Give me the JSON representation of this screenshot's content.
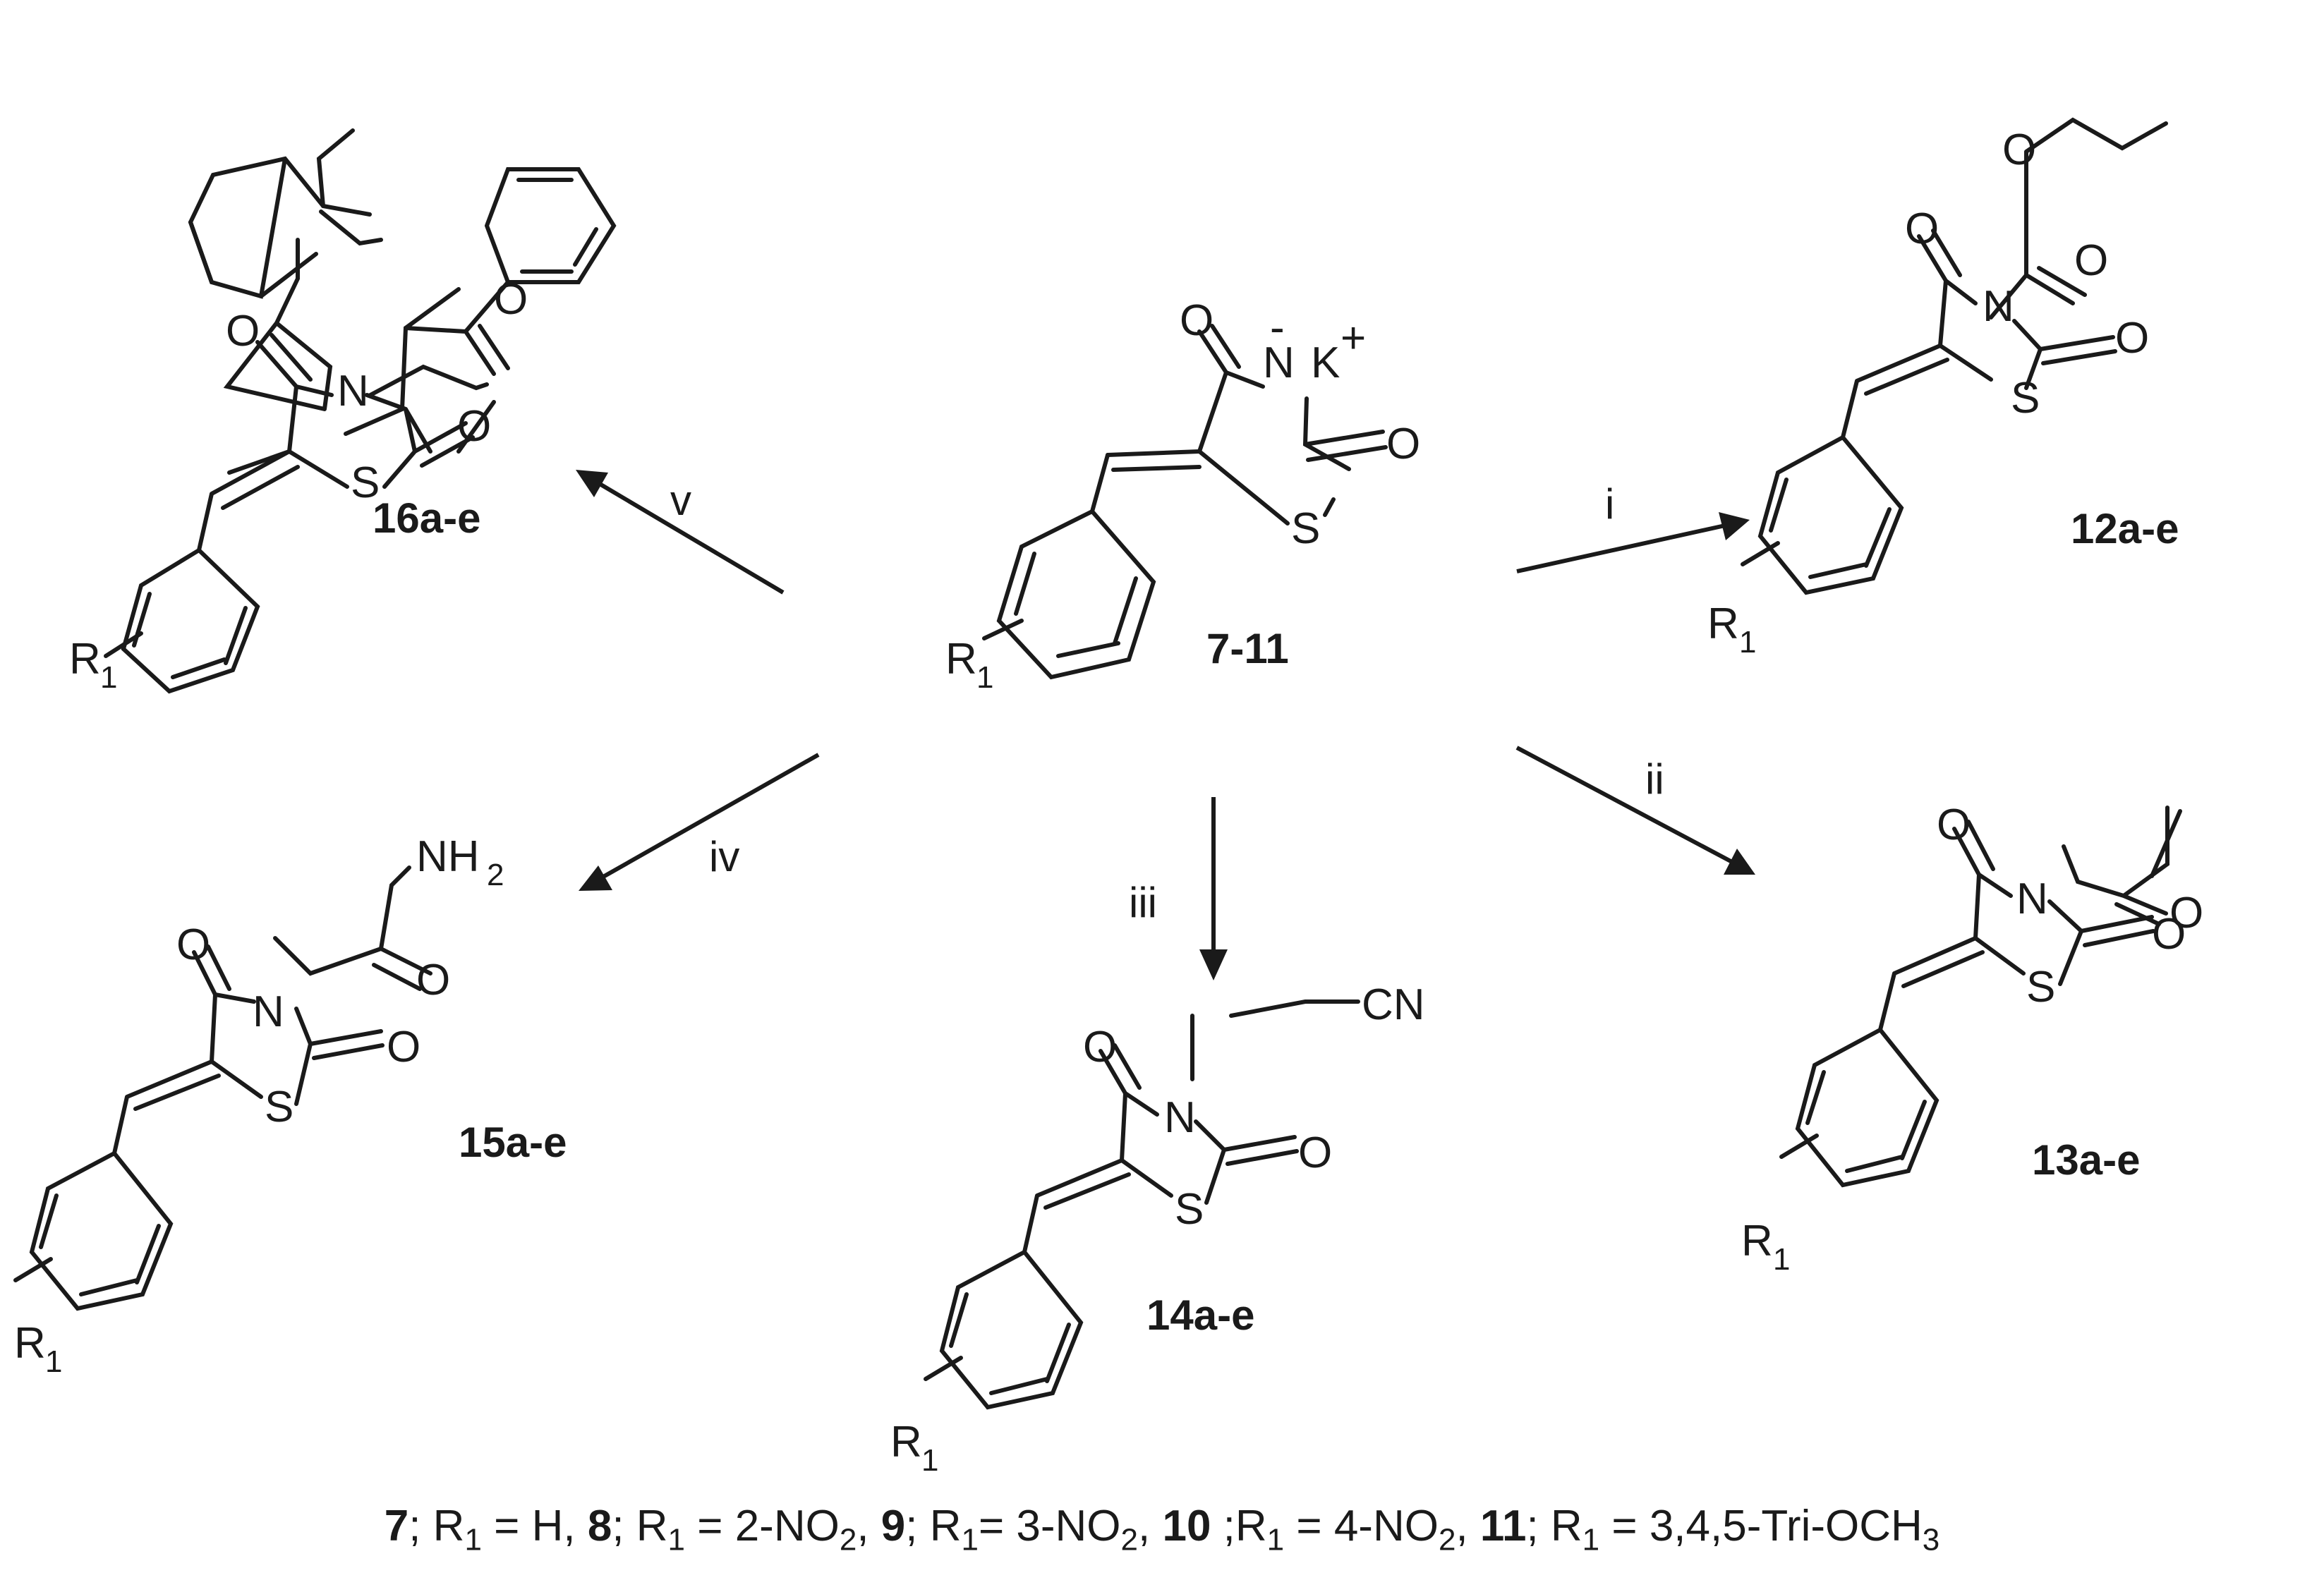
{
  "atoms": {
    "O": "O",
    "N": "N",
    "S": "S",
    "K": "K",
    "plus": "+",
    "minus": "-",
    "R": "R",
    "one": "1",
    "NH": "NH",
    "two": "2",
    "CN": "CN"
  },
  "compounds": {
    "center": "7-11",
    "c12": "12a-e",
    "c13": "13a-e",
    "c14": "14a-e",
    "c15": "15a-e",
    "c16": "16a-e"
  },
  "reagents": {
    "i": "i",
    "ii": "ii",
    "iii": "iii",
    "iv": "iv",
    "v": "v"
  },
  "footnote": {
    "c7": "7",
    "t7a": "; R",
    "s7": "1",
    "t7b": " = H, ",
    "c8": "8",
    "t8a": "; R",
    "s8a": "1",
    "t8b": " = 2-NO",
    "s8b": "2",
    "t8c": ", ",
    "c9": "9",
    "t9a": "; R",
    "s9a": "1",
    "t9b": "= 3-NO",
    "s9b": "2",
    "t9c": ", ",
    "c10": "10",
    "t10a": " ;R",
    "s10a": "1",
    "t10b": " = 4-NO",
    "s10b": "2",
    "t10c": ", ",
    "c11": "11",
    "t11a": "; R",
    "s11a": "1",
    "t11b": " = 3,4,5-Tri-OCH",
    "s11b": "3"
  }
}
